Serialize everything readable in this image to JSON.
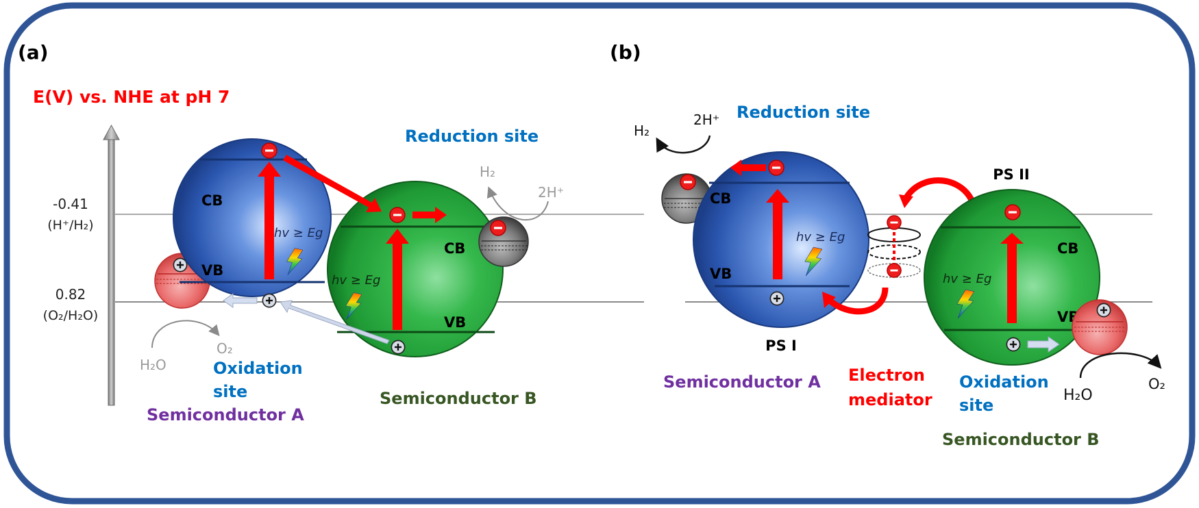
{
  "panel_a": {
    "label": "(a)",
    "axis_title": "E(V) vs. NHE at pH 7",
    "levels": [
      {
        "value": "-0.41",
        "couple": "(H⁺/H₂)"
      },
      {
        "value": "0.82",
        "couple": "(O₂/H₂O)"
      }
    ],
    "semiconductor_a": {
      "cb": "CB",
      "vb": "VB",
      "excitation": "hv ≥ Eg",
      "name": "Semiconductor A"
    },
    "semiconductor_b": {
      "cb": "CB",
      "vb": "VB",
      "excitation": "hv ≥ Eg",
      "name": "Semiconductor B"
    },
    "reduction_site": "Reduction site",
    "oxidation_site_line1": "Oxidation",
    "oxidation_site_line2": "site",
    "reduction_reactant": "2H⁺",
    "reduction_product": "H₂",
    "oxidation_reactant": "H₂O",
    "oxidation_product": "O₂"
  },
  "panel_b": {
    "label": "(b)",
    "ps1": {
      "cb": "CB",
      "vb": "VB",
      "excitation": "hv ≥ Eg",
      "name": "PS I",
      "material": "Semiconductor A"
    },
    "ps2": {
      "cb": "CB",
      "vb": "VB",
      "excitation": "hv ≥ Eg",
      "name": "PS II",
      "material": "Semiconductor B"
    },
    "reduction_site": "Reduction site",
    "oxidation_site_line1": "Oxidation",
    "oxidation_site_line2": "site",
    "mediator_line1": "Electron",
    "mediator_line2": "mediator",
    "reduction_reactant": "2H⁺",
    "reduction_product": "H₂",
    "oxidation_reactant": "H₂O",
    "oxidation_product": "O₂"
  },
  "colors": {
    "frame": "#2f5597",
    "axis_title": "#ff0000",
    "site_label": "#0070c0",
    "semiconductor_a": "#7030a0",
    "semiconductor_b": "#375623",
    "mediator": "#ff0000",
    "arrow": "#ff0000"
  }
}
